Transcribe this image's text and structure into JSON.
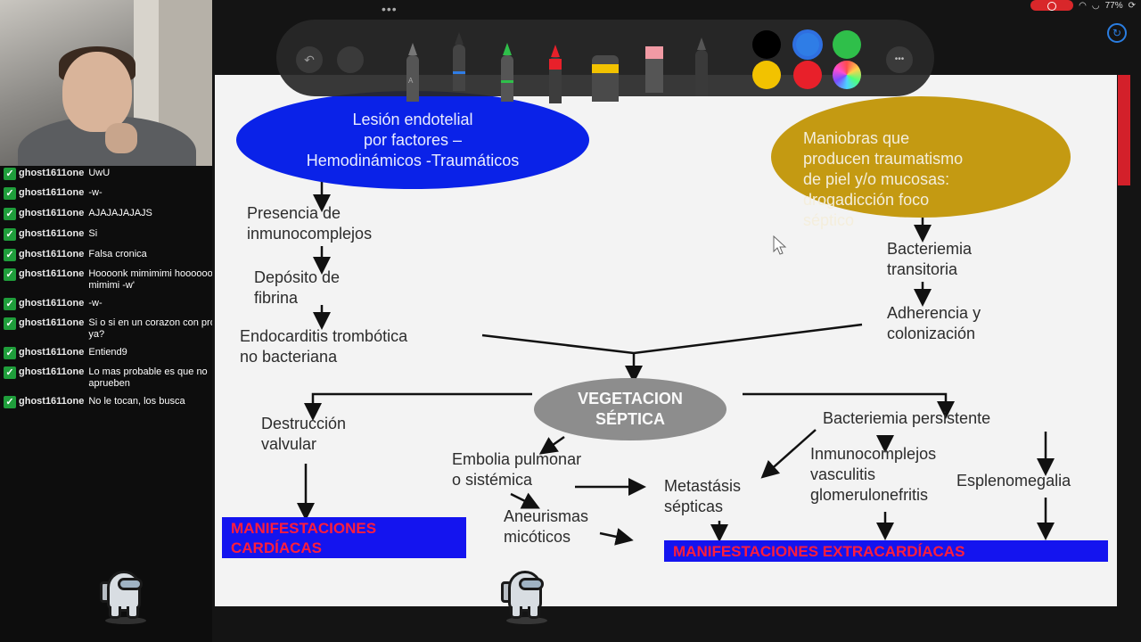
{
  "chat": {
    "messages": [
      {
        "user": "ghost1611one",
        "text": "UwU"
      },
      {
        "user": "ghost1611one",
        "text": "-w-"
      },
      {
        "user": "ghost1611one",
        "text": "AJAJAJAJAJS"
      },
      {
        "user": "ghost1611one",
        "text": "Si"
      },
      {
        "user": "ghost1611one",
        "text": "Falsa cronica"
      },
      {
        "user": "ghost1611one",
        "text": "Hoooonk mimimimi hooooooonk mimimi -w'"
      },
      {
        "user": "ghost1611one",
        "text": "-w-"
      },
      {
        "user": "ghost1611one",
        "text": "Si o si en un corazon con problemas ya?"
      },
      {
        "user": "ghost1611one",
        "text": "Entiend9"
      },
      {
        "user": "ghost1611one",
        "text": "Lo mas probable es que no aprueben"
      },
      {
        "user": "ghost1611one",
        "text": "No le tocan, los busca"
      }
    ]
  },
  "status": {
    "battery": "77%",
    "top_dots": "•••"
  },
  "toolbar": {
    "undo_icon": "undo-icon",
    "pencil_label": "A",
    "colors": [
      "#000000",
      "#2f7de6",
      "#2fbf4a",
      "#f2c200",
      "#e8202a",
      "color-wheel"
    ],
    "selected_color": "#2f7de6",
    "more_icon": "•••"
  },
  "diagram": {
    "blue_ellipse": "Lesión endotelial\npor factores –\nHemodinámicos -Traumáticos",
    "gold_ellipse": "Maniobras que\nproducen   traumatismo\nde piel y/o mucosas:\ndrogadicción foco\n          séptico",
    "presencia": "Presencia de\ninmunocomplejos",
    "deposito": "Depósito de\nfibrina",
    "endocarditis": "Endocarditis trombótica\nno bacteriana",
    "bacteriemia_transitoria": "Bacteriemia\ntransitoria",
    "adherencia": "Adherencia y\ncolonización",
    "vegetacion": "VEGETACION\nSÉPTICA",
    "destruccion": "Destrucción\nvalvular",
    "embolia": "Embolia pulmonar\no sistémica",
    "aneurismas": "Aneurismas\nmicóticos",
    "metastasis": "Metastásis\nsépticas",
    "bacteriemia_persistente": "Bacteriemia persistente",
    "inmunocomplejos": "Inmunocomplejos\nvasculitis\nglomerulonefritis",
    "esplenomegalia": "Esplenomegalia",
    "manif_cardiacas": "MANIFESTACIONES\nCARDÍACAS",
    "manif_extracardiacas": "MANIFESTACIONES EXTRACARDÍACAS"
  }
}
